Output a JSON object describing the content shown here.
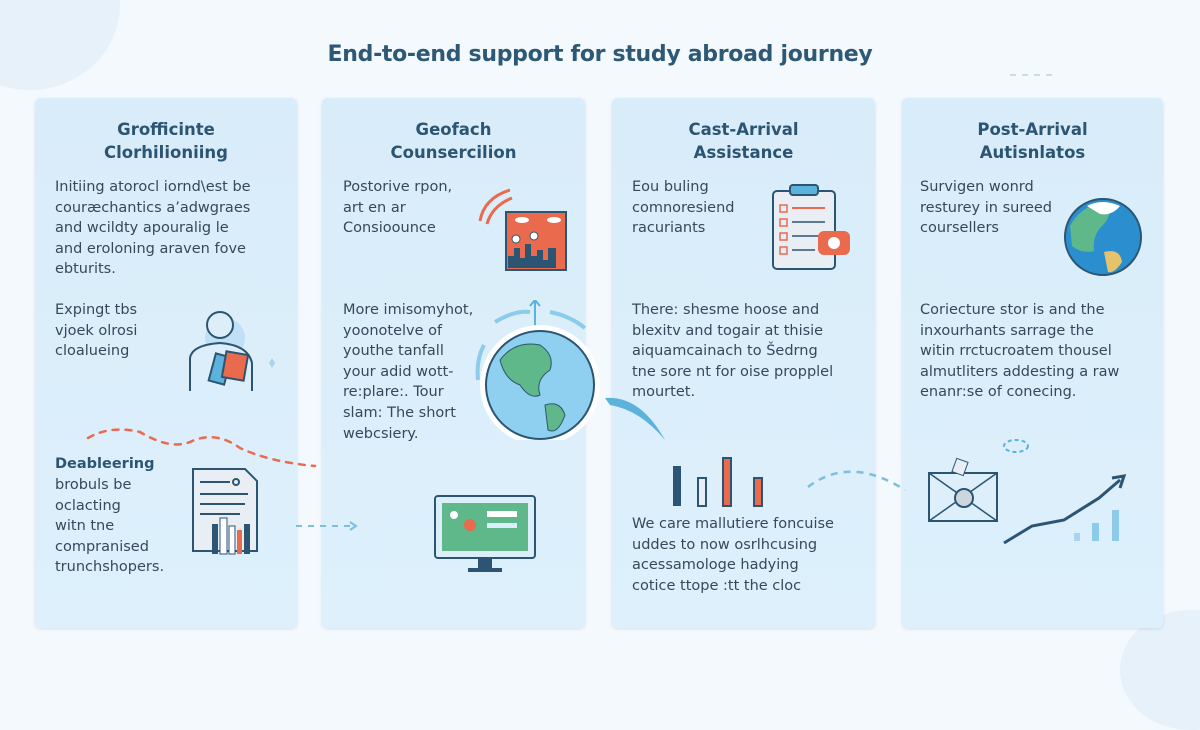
{
  "title": "End-to-end support for study abroad journey",
  "cards": [
    {
      "heading": [
        "Grofficinte",
        "Clorhilioniing"
      ],
      "para1": "Initiing atorocl iornd\\est be\ncouræchantics a’adwgraes\nand wcildty apouralig le\nand eroloning araven fove\nebturits.",
      "para2": "Expingt tbs\nvjoek olrosi\ncloalueing",
      "para3_title": "Deableering",
      "para3": "brobuls be\noclacting\nwitn tne\ncompranised\ntrunchshopers."
    },
    {
      "heading": [
        "Geofach",
        "Counsercilion"
      ],
      "para1": "Postorive rpon,\nart en ar\nConsioounce",
      "para2": "More imisomyhot,\nyoonotelve of\nyouthe tanfall\nyour adid wott-\nre:plare:. Tour\nslam: The short\nwebcsiery."
    },
    {
      "heading": [
        "Cast-Arrival",
        "Assistance"
      ],
      "para1": "Eou buling\ncomnoresiend\nracuriants",
      "para2": "There: shesme hoose and\nblexitv and togair at thisie\naiquamcainach to Šedrng\ntne sore nt for oise propplel\nmourtet.",
      "para3": "We care mallutiere foncuise\nuddes to now osrlhcusing\nacessamologe hadying\ncotice ttope :tt the cloc"
    },
    {
      "heading": [
        "Post-Arrival",
        "Autisnlatos"
      ],
      "para1": "Survigen wonrd\nresturey in sureed\ncoursellers",
      "para2": "Coriecture stor is and the\ninxourhants sarrage the\nwitin rrctucroatem thousel\nalmutliters addesting a raw\nenanr:se of conecing."
    }
  ],
  "colors": {
    "accent": "#ea6a4e",
    "navy": "#2b5572",
    "blue": "#5bb3dc",
    "green": "#5fb889"
  }
}
